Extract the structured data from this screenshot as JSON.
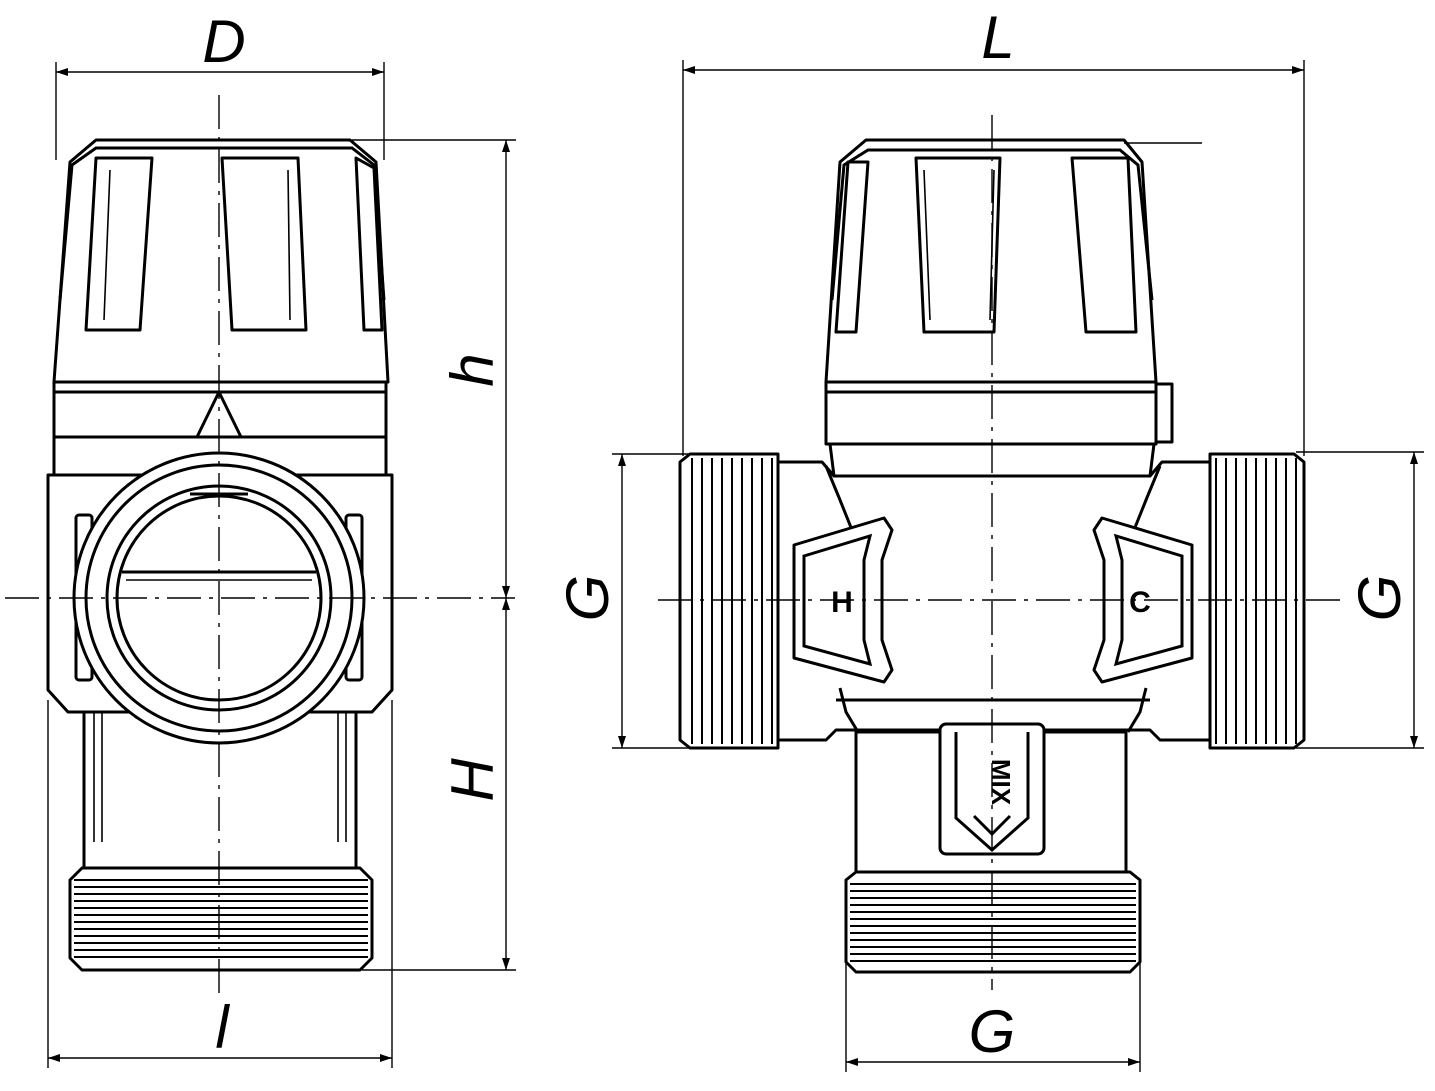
{
  "dimensions": {
    "D": "D",
    "h": "h",
    "H": "H",
    "l": "l",
    "L": "L",
    "G_left": "G",
    "G_right": "G",
    "G_bottom": "G"
  },
  "port_marks": {
    "hot": "H",
    "cold": "C",
    "mix": "MIX"
  }
}
